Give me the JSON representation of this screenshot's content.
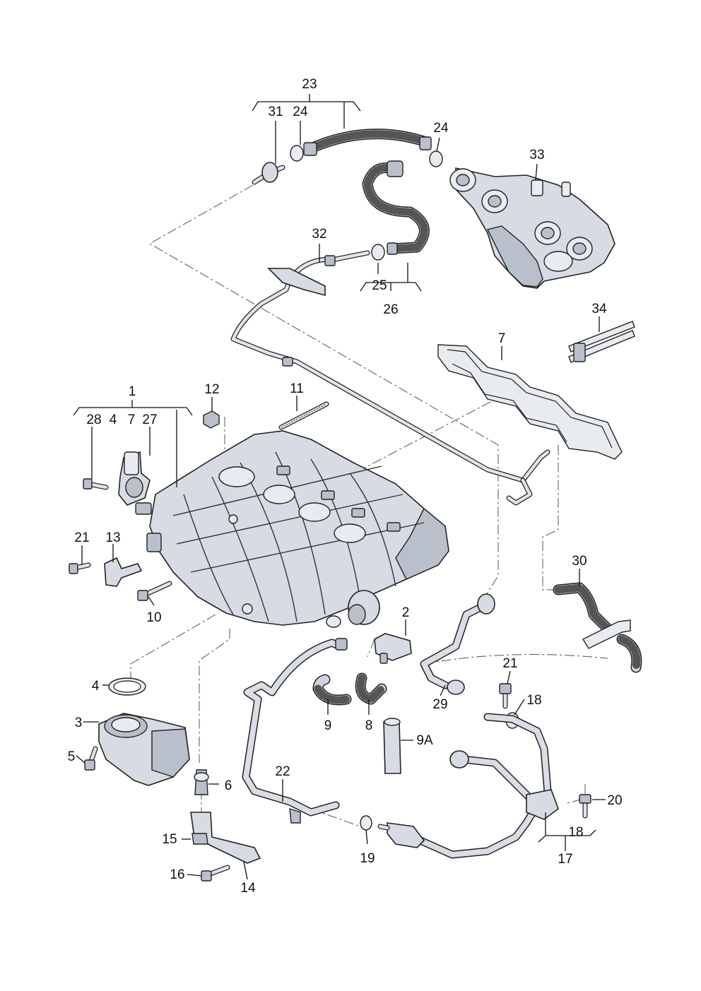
{
  "callouts": [
    {
      "id": "c1",
      "text": "1"
    },
    {
      "id": "c2",
      "text": "2"
    },
    {
      "id": "c3",
      "text": "3"
    },
    {
      "id": "c4a",
      "text": "4"
    },
    {
      "id": "c4b",
      "text": "4"
    },
    {
      "id": "c5",
      "text": "5"
    },
    {
      "id": "c6",
      "text": "6"
    },
    {
      "id": "c7a",
      "text": "7"
    },
    {
      "id": "c7b",
      "text": "7"
    },
    {
      "id": "c8",
      "text": "8"
    },
    {
      "id": "c9",
      "text": "9"
    },
    {
      "id": "c9A",
      "text": "9A"
    },
    {
      "id": "c10",
      "text": "10"
    },
    {
      "id": "c11",
      "text": "11"
    },
    {
      "id": "c12",
      "text": "12"
    },
    {
      "id": "c13",
      "text": "13"
    },
    {
      "id": "c14",
      "text": "14"
    },
    {
      "id": "c15",
      "text": "15"
    },
    {
      "id": "c16",
      "text": "16"
    },
    {
      "id": "c17",
      "text": "17"
    },
    {
      "id": "c18a",
      "text": "18"
    },
    {
      "id": "c18b",
      "text": "18"
    },
    {
      "id": "c19",
      "text": "19"
    },
    {
      "id": "c20",
      "text": "20"
    },
    {
      "id": "c21a",
      "text": "21"
    },
    {
      "id": "c21b",
      "text": "21"
    },
    {
      "id": "c22",
      "text": "22"
    },
    {
      "id": "c23",
      "text": "23"
    },
    {
      "id": "c24a",
      "text": "24"
    },
    {
      "id": "c24b",
      "text": "24"
    },
    {
      "id": "c25",
      "text": "25"
    },
    {
      "id": "c26",
      "text": "26"
    },
    {
      "id": "c27",
      "text": "27"
    },
    {
      "id": "c28",
      "text": "28"
    },
    {
      "id": "c29",
      "text": "29"
    },
    {
      "id": "c30",
      "text": "30"
    },
    {
      "id": "c31",
      "text": "31"
    },
    {
      "id": "c32",
      "text": "32"
    },
    {
      "id": "c33",
      "text": "33"
    },
    {
      "id": "c34",
      "text": "34"
    }
  ]
}
